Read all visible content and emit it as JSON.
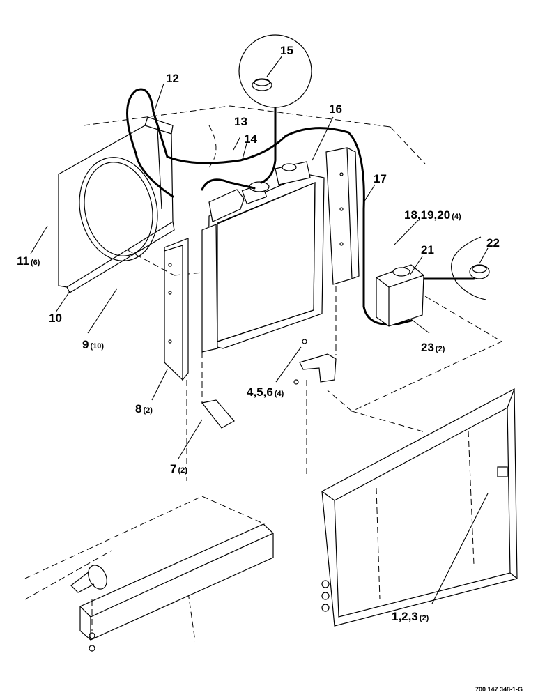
{
  "callouts": [
    {
      "id": "c1",
      "number": "12",
      "qty": ""
    },
    {
      "id": "c2",
      "number": "13",
      "qty": ""
    },
    {
      "id": "c3",
      "number": "14",
      "qty": ""
    },
    {
      "id": "c4",
      "number": "15",
      "qty": ""
    },
    {
      "id": "c5",
      "number": "16",
      "qty": ""
    },
    {
      "id": "c6",
      "number": "17",
      "qty": ""
    },
    {
      "id": "c7",
      "number": "18,19,20",
      "qty": "(4)"
    },
    {
      "id": "c8",
      "number": "21",
      "qty": ""
    },
    {
      "id": "c9",
      "number": "22",
      "qty": ""
    },
    {
      "id": "c10",
      "number": "11",
      "qty": "(6)"
    },
    {
      "id": "c11",
      "number": "10",
      "qty": ""
    },
    {
      "id": "c12",
      "number": "9",
      "qty": "(10)"
    },
    {
      "id": "c13",
      "number": "23",
      "qty": "(2)"
    },
    {
      "id": "c14",
      "number": "4,5,6",
      "qty": "(4)"
    },
    {
      "id": "c15",
      "number": "8",
      "qty": "(2)"
    },
    {
      "id": "c16",
      "number": "7",
      "qty": "(2)"
    },
    {
      "id": "c17",
      "number": "1,2,3",
      "qty": "(2)"
    }
  ],
  "drawing_ref": "700 147 348-1-G"
}
